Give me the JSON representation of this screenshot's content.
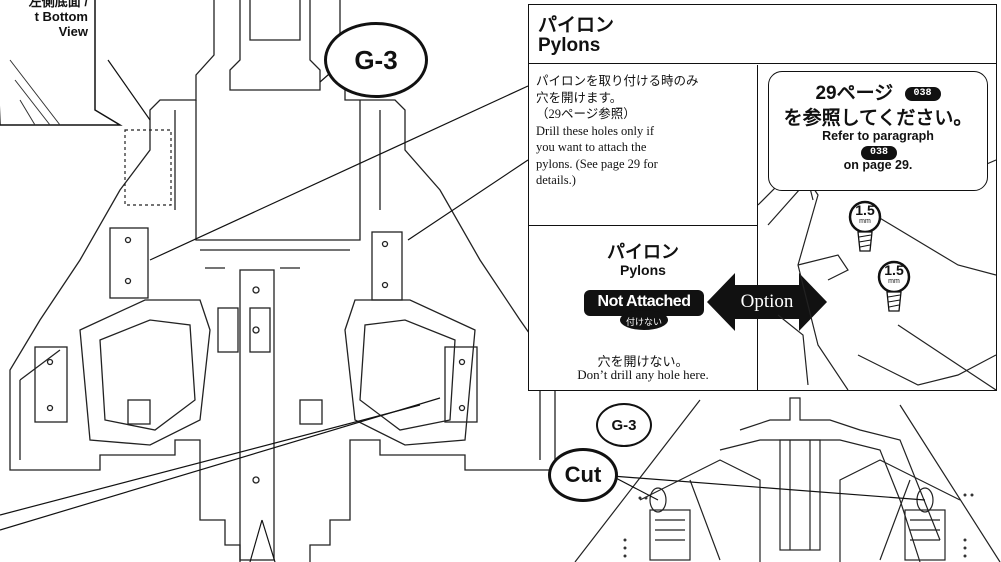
{
  "callout_top_left": {
    "line1": "左側底面 /",
    "line2": "t Bottom",
    "line3": "View"
  },
  "part_label_main": "G-3",
  "pylons_panel": {
    "title_jp": "パイロン",
    "title_en": "Pylons",
    "drill_instructions": {
      "jp_line1": "パイロンを取り付ける時のみ",
      "jp_line2": "穴を開けます。",
      "jp_line3": "（29ページ参照）",
      "en_line1": "Drill these holes only if",
      "en_line2": "you want to attach the",
      "en_line3": "pylons. (See page 29 for",
      "en_line4": "details.)"
    },
    "not_attached": {
      "title_jp": "パイロン",
      "title_en": "Pylons",
      "badge_en": "Not Attached",
      "badge_jp": "付けない",
      "note_jp": "穴を開けない。",
      "note_en": "Don’t drill any hole here."
    },
    "option_label": "Option",
    "reference": {
      "page_jp": "29ページ",
      "code": "038",
      "line2_jp": "を参照してください。",
      "line3_en": "Refer to paragraph",
      "line4_en": "on page 29."
    },
    "screws": [
      {
        "size": "1.5",
        "unit": "mm"
      },
      {
        "size": "1.5",
        "unit": "mm"
      }
    ]
  },
  "detail_view": {
    "part_label": "G-3",
    "cut_label": "Cut"
  },
  "colors": {
    "line": "#111111",
    "background": "#ffffff"
  }
}
